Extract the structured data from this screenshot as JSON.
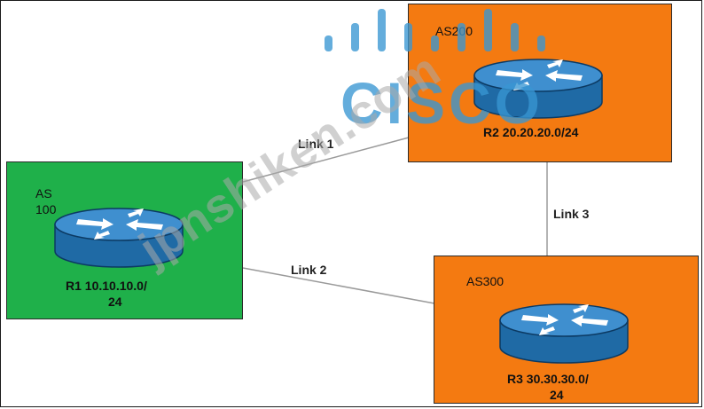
{
  "autonomous_systems": [
    {
      "id": "as100",
      "label": "AS 100",
      "label_line1": "AS",
      "label_line2": "100",
      "color": "#1fb04a",
      "router": {
        "label_line1": "R1 10.10.10.0/",
        "label_line2": "24"
      }
    },
    {
      "id": "as200",
      "label": "AS200",
      "color": "#f47a11",
      "router": {
        "label_line1": "R2 20.20.20.0/24"
      }
    },
    {
      "id": "as300",
      "label": "AS300",
      "color": "#f47a11",
      "router": {
        "label_line1": "R3 30.30.30.0/",
        "label_line2": "24"
      }
    }
  ],
  "links": [
    {
      "label": "Link 1",
      "from": "AS 100",
      "to": "AS200"
    },
    {
      "label": "Link 2",
      "from": "AS 100",
      "to": "AS300"
    },
    {
      "label": "Link 3",
      "from": "AS200",
      "to": "AS300"
    }
  ],
  "watermark": {
    "logo": "CISCO",
    "site": "jpnshiken.com"
  },
  "colors": {
    "router_body": "#1f6aa5",
    "router_top": "#3f8fcf",
    "link_line": "#9a9a9a",
    "cisco_watermark": "#3896d2"
  }
}
